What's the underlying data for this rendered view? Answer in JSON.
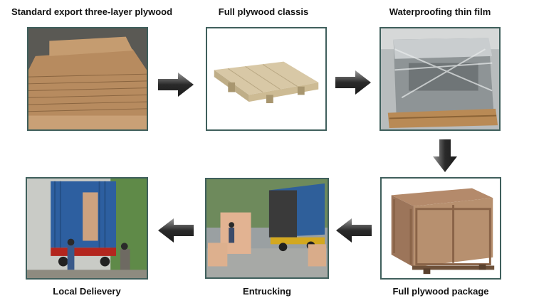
{
  "steps": [
    {
      "id": "plywood",
      "label": "Standard export three-layer plywood"
    },
    {
      "id": "chassis",
      "label": "Full plywood classis"
    },
    {
      "id": "film",
      "label": "Waterproofing thin film"
    },
    {
      "id": "package",
      "label": "Full plywood package"
    },
    {
      "id": "entrucking",
      "label": "Entrucking"
    },
    {
      "id": "delivery",
      "label": "Local Delievery"
    }
  ],
  "photos": {
    "plywood": "stacked-plywood-sheets",
    "chassis": "plywood-pallet-base",
    "film": "machine-wrapped-in-film",
    "package": "plywood-crate",
    "entrucking": "loading-crates-into-container",
    "delivery": "unloading-container-truck"
  },
  "colors": {
    "frame": "#3f5f5c",
    "arrow": "#2a2a2a",
    "text": "#111111"
  }
}
